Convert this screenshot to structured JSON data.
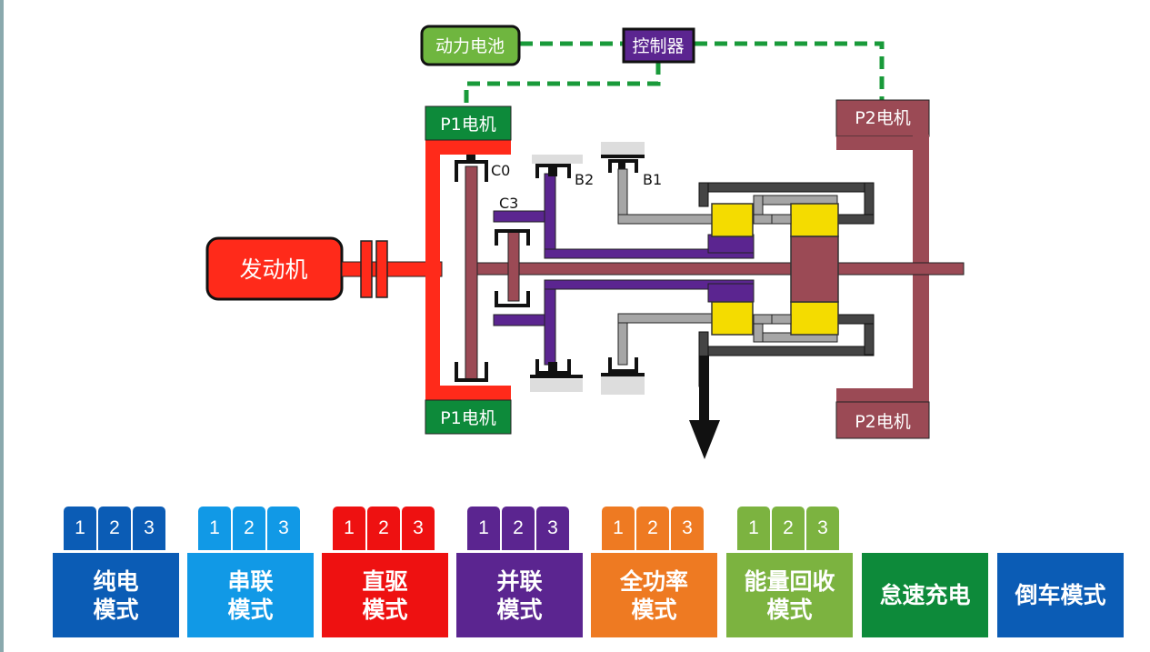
{
  "labels": {
    "battery": "动力电池",
    "controller": "控制器",
    "p1_motor_top": "P1电机",
    "p1_motor_bottom": "P1电机",
    "p2_motor_top": "P2电机",
    "p2_motor_bottom": "P2电机",
    "engine": "发动机",
    "clutch_c0": "C0",
    "clutch_c3": "C3",
    "brake_b2": "B2",
    "brake_b1": "B1"
  },
  "modes": [
    {
      "id": "pure-electric",
      "line1": "纯电",
      "line2": "模式",
      "gears": [
        "1",
        "2",
        "3"
      ],
      "color": "#0b5cb5"
    },
    {
      "id": "series",
      "line1": "串联",
      "line2": "模式",
      "gears": [
        "1",
        "2",
        "3"
      ],
      "color": "#1199e6"
    },
    {
      "id": "direct-drive",
      "line1": "直驱",
      "line2": "模式",
      "gears": [
        "1",
        "2",
        "3"
      ],
      "color": "#ee1111"
    },
    {
      "id": "parallel",
      "line1": "并联",
      "line2": "模式",
      "gears": [
        "1",
        "2",
        "3"
      ],
      "color": "#5b2590"
    },
    {
      "id": "full-power",
      "line1": "全功率",
      "line2": "模式",
      "gears": [
        "1",
        "2",
        "3"
      ],
      "color": "#ee7a22"
    },
    {
      "id": "energy-recovery",
      "line1": "能量回收",
      "line2": "模式",
      "gears": [
        "1",
        "2",
        "3"
      ],
      "color": "#7cb340"
    },
    {
      "id": "idle-charge",
      "line1": "怠速充电",
      "line2": "",
      "gears": [],
      "color": "#0d8a3a"
    },
    {
      "id": "reverse",
      "line1": "倒车模式",
      "line2": "",
      "gears": [],
      "color": "#0b5cb5"
    }
  ],
  "colors": {
    "p1_frame": "#ff2a1a",
    "motor_label_bg": "#0d8a3a",
    "p2_frame": "#9b4a55",
    "shaft": "#9b4a55",
    "sun_carrier": "#5b2590",
    "ring_grey": "#a6a6a6",
    "gear_yellow": "#f4dc00",
    "dashed_wire": "#199a3a"
  }
}
